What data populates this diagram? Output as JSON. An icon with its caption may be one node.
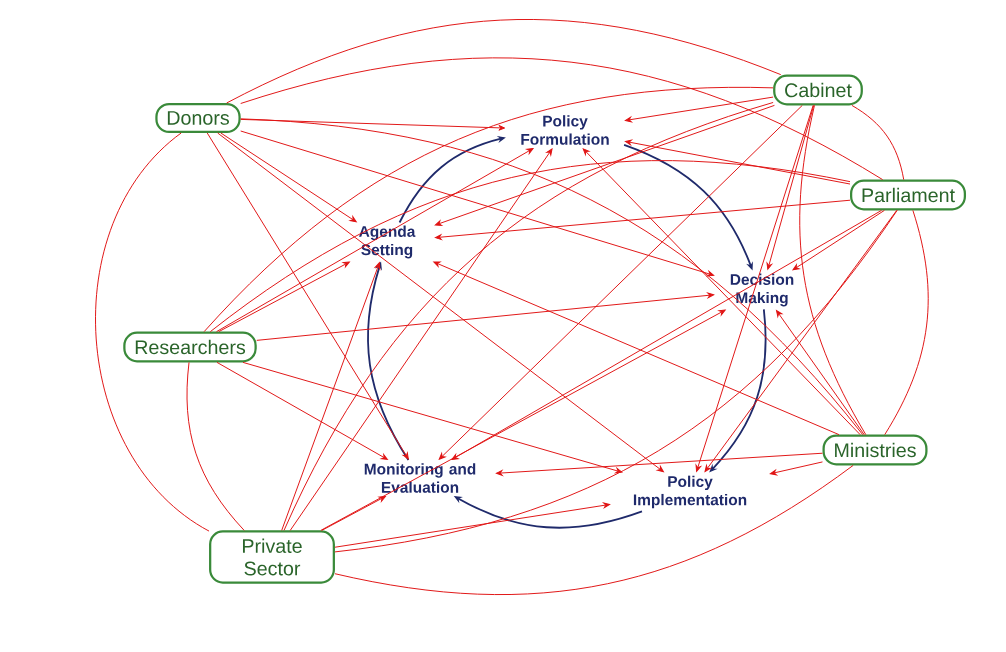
{
  "diagram": {
    "nodes": [
      {
        "text": [
          "Donors"
        ]
      },
      {
        "text": [
          "Cabinet"
        ]
      },
      {
        "text": [
          "Parliament"
        ]
      },
      {
        "text": [
          "Researchers"
        ]
      },
      {
        "text": [
          "Ministries"
        ]
      },
      {
        "text": [
          "Private Sector"
        ]
      },
      {
        "text": [
          "Policy Formulation"
        ]
      },
      {
        "text": [
          "Agenda Setting"
        ]
      },
      {
        "text": [
          "Decision Making"
        ]
      },
      {
        "text": [
          "Monitoring and Evaluation"
        ]
      },
      {
        "text": [
          "Policy Implementation"
        ]
      }
    ],
    "edges": [
      {
        "from": 7,
        "to": 6,
        "arrow": "to",
        "color": "#1f2a6b"
      },
      {
        "from": 6,
        "to": 8,
        "arrow": "to",
        "color": "#1f2a6b"
      },
      {
        "from": 8,
        "to": 10,
        "arrow": "to",
        "color": "#1f2a6b"
      },
      {
        "from": 10,
        "to": 9,
        "arrow": "to",
        "color": "#1f2a6b"
      },
      {
        "from": 9,
        "to": 7,
        "arrow": "to",
        "color": "#1f2a6b"
      },
      {
        "from": 0,
        "to": 6,
        "arrow": "to"
      },
      {
        "from": 0,
        "to": 7,
        "arrow": "to"
      },
      {
        "from": 0,
        "to": 8,
        "arrow": "to"
      },
      {
        "from": 0,
        "to": 9,
        "arrow": "to"
      },
      {
        "from": 0,
        "to": 10,
        "arrow": "to"
      },
      {
        "from": 1,
        "to": 6,
        "arrow": "to"
      },
      {
        "from": 1,
        "to": 7,
        "arrow": "to"
      },
      {
        "from": 1,
        "to": 8,
        "arrow": "to"
      },
      {
        "from": 1,
        "to": 9,
        "arrow": "to"
      },
      {
        "from": 1,
        "to": 10,
        "arrow": "to"
      },
      {
        "from": 2,
        "to": 6,
        "arrow": "to"
      },
      {
        "from": 2,
        "to": 7,
        "arrow": "to"
      },
      {
        "from": 2,
        "to": 8,
        "arrow": "to"
      },
      {
        "from": 2,
        "to": 9,
        "arrow": "to"
      },
      {
        "from": 2,
        "to": 10,
        "arrow": "to"
      },
      {
        "from": 3,
        "to": 6,
        "arrow": "to"
      },
      {
        "from": 3,
        "to": 7,
        "arrow": "to"
      },
      {
        "from": 3,
        "to": 8,
        "arrow": "to"
      },
      {
        "from": 3,
        "to": 9,
        "arrow": "to"
      },
      {
        "from": 3,
        "to": 10,
        "arrow": "to"
      },
      {
        "from": 4,
        "to": 6,
        "arrow": "to"
      },
      {
        "from": 4,
        "to": 7,
        "arrow": "to"
      },
      {
        "from": 4,
        "to": 8,
        "arrow": "to"
      },
      {
        "from": 4,
        "to": 9,
        "arrow": "to"
      },
      {
        "from": 4,
        "to": 10,
        "arrow": "to"
      },
      {
        "from": 5,
        "to": 6,
        "arrow": "to"
      },
      {
        "from": 5,
        "to": 7,
        "arrow": "to"
      },
      {
        "from": 5,
        "to": 8,
        "arrow": "to"
      },
      {
        "from": 5,
        "to": 9,
        "arrow": "to"
      },
      {
        "from": 5,
        "to": 10,
        "arrow": "to"
      },
      {
        "from": 0,
        "to": 1,
        "arrow": "none"
      },
      {
        "from": 0,
        "to": 2,
        "arrow": "none"
      },
      {
        "from": 0,
        "to": 4,
        "arrow": "none"
      },
      {
        "from": 0,
        "to": 5,
        "arrow": "none"
      },
      {
        "from": 1,
        "to": 2,
        "arrow": "none"
      },
      {
        "from": 1,
        "to": 4,
        "arrow": "none"
      },
      {
        "from": 1,
        "to": 5,
        "arrow": "none"
      },
      {
        "from": 2,
        "to": 4,
        "arrow": "none"
      },
      {
        "from": 2,
        "to": 5,
        "arrow": "none"
      },
      {
        "from": 3,
        "to": 1,
        "arrow": "none"
      },
      {
        "from": 3,
        "to": 2,
        "arrow": "none"
      },
      {
        "from": 3,
        "to": 5,
        "arrow": "none"
      },
      {
        "from": 4,
        "to": 5,
        "arrow": "none"
      }
    ]
  }
}
